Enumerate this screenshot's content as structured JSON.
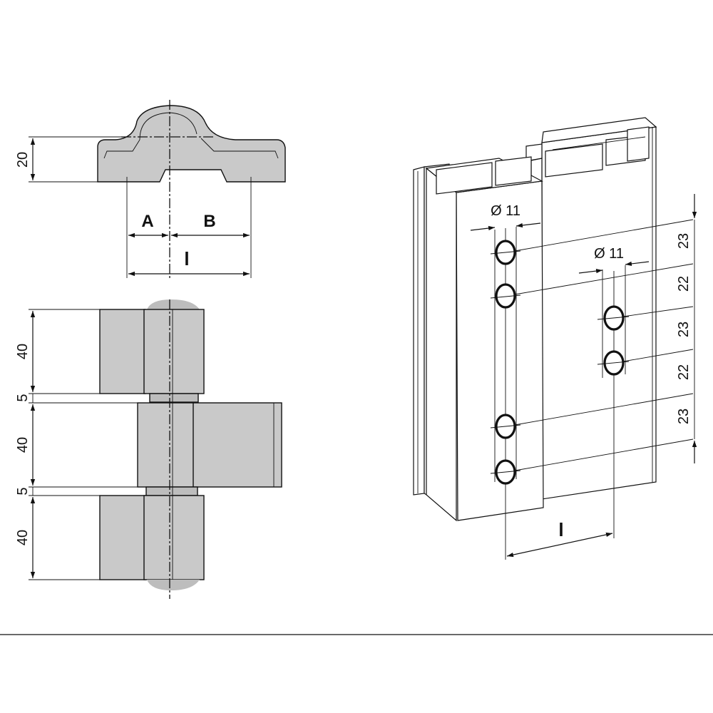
{
  "colors": {
    "line": "#111111",
    "part_fill": "#c9c9c9",
    "background": "#ffffff"
  },
  "hinge_section": {
    "height_label": "20",
    "label_a": "A",
    "label_b": "B",
    "label_l": "l"
  },
  "hinge_front": {
    "seg_top_label": "40",
    "gap_top_label": "5",
    "seg_mid_label": "40",
    "gap_bottom_label": "5",
    "seg_bottom_label": "40"
  },
  "profile_drawing": {
    "diameter_left": "Ø 11",
    "diameter_right": "Ø 11",
    "spacings": [
      "23",
      "22",
      "23",
      "22",
      "23"
    ],
    "label_l": "l"
  }
}
